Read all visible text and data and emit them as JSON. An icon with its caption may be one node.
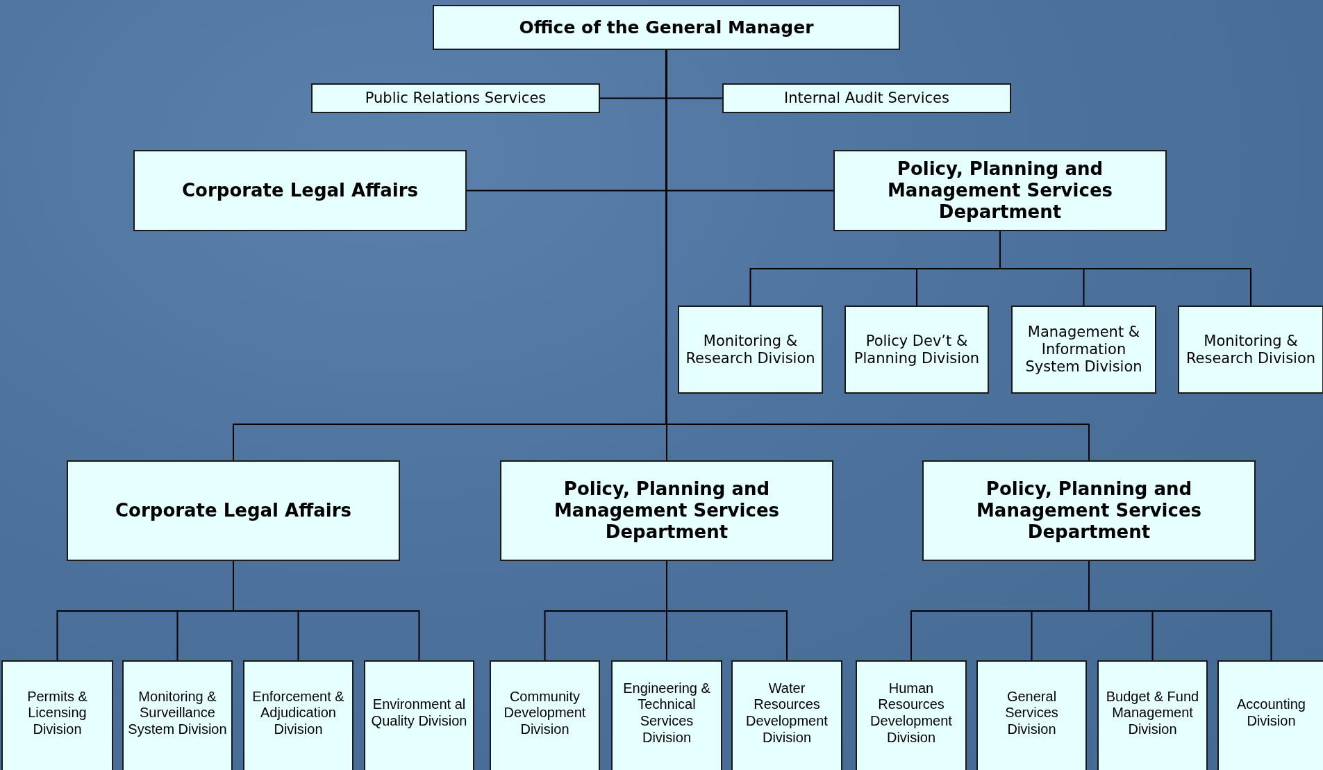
{
  "diagram": {
    "nodes": [
      {
        "text": [
          "Office of the General Manager"
        ]
      },
      {
        "text": [
          "Public Relations Services"
        ]
      },
      {
        "text": [
          "Internal Audit Services"
        ]
      },
      {
        "text": [
          "Corporate Legal Affairs"
        ]
      },
      {
        "text": [
          "Policy, Planning and Management Services Department"
        ]
      },
      {
        "text": [
          "Monitoring & Research Division"
        ]
      },
      {
        "text": [
          "Policy Dev’t & Planning Division"
        ]
      },
      {
        "text": [
          "Management & Information System Division"
        ]
      },
      {
        "text": [
          "Monitoring & Research Division"
        ]
      },
      {
        "text": [
          "Corporate Legal Affairs"
        ]
      },
      {
        "text": [
          "Policy, Planning and Management Services Department"
        ]
      },
      {
        "text": [
          "Policy, Planning and Management Services Department"
        ]
      },
      {
        "text": [
          "Permits & Licensing Division"
        ]
      },
      {
        "text": [
          "Monitoring & Surveillance System Division"
        ]
      },
      {
        "text": [
          "Enforcement & Adjudication Division"
        ]
      },
      {
        "text": [
          "Environment al Quality Division"
        ]
      },
      {
        "text": [
          "Community Development Division"
        ]
      },
      {
        "text": [
          "Engineering & Technical Services Division"
        ]
      },
      {
        "text": [
          "Water Resources Development Division"
        ]
      },
      {
        "text": [
          "Human Resources Development Division"
        ]
      },
      {
        "text": [
          "General Services Division"
        ]
      },
      {
        "text": [
          "Budget & Fund Management Division"
        ]
      },
      {
        "text": [
          "Accounting Division"
        ]
      }
    ],
    "edges": [
      {
        "from": 0,
        "to": 1,
        "arrow": "none"
      },
      {
        "from": 0,
        "to": 2,
        "arrow": "none"
      },
      {
        "from": 0,
        "to": 3,
        "arrow": "none"
      },
      {
        "from": 0,
        "to": 4,
        "arrow": "none"
      },
      {
        "from": 4,
        "to": 5,
        "arrow": "none"
      },
      {
        "from": 4,
        "to": 6,
        "arrow": "none"
      },
      {
        "from": 4,
        "to": 7,
        "arrow": "none"
      },
      {
        "from": 4,
        "to": 8,
        "arrow": "none"
      },
      {
        "from": 0,
        "to": 9,
        "arrow": "none"
      },
      {
        "from": 0,
        "to": 10,
        "arrow": "none"
      },
      {
        "from": 0,
        "to": 11,
        "arrow": "none"
      },
      {
        "from": 9,
        "to": 12,
        "arrow": "none"
      },
      {
        "from": 9,
        "to": 13,
        "arrow": "none"
      },
      {
        "from": 9,
        "to": 14,
        "arrow": "none"
      },
      {
        "from": 9,
        "to": 15,
        "arrow": "none"
      },
      {
        "from": 10,
        "to": 16,
        "arrow": "none"
      },
      {
        "from": 10,
        "to": 17,
        "arrow": "none"
      },
      {
        "from": 10,
        "to": 18,
        "arrow": "none"
      },
      {
        "from": 11,
        "to": 19,
        "arrow": "none"
      },
      {
        "from": 11,
        "to": 20,
        "arrow": "none"
      },
      {
        "from": 11,
        "to": 21,
        "arrow": "none"
      },
      {
        "from": 11,
        "to": 22,
        "arrow": "none"
      }
    ]
  }
}
